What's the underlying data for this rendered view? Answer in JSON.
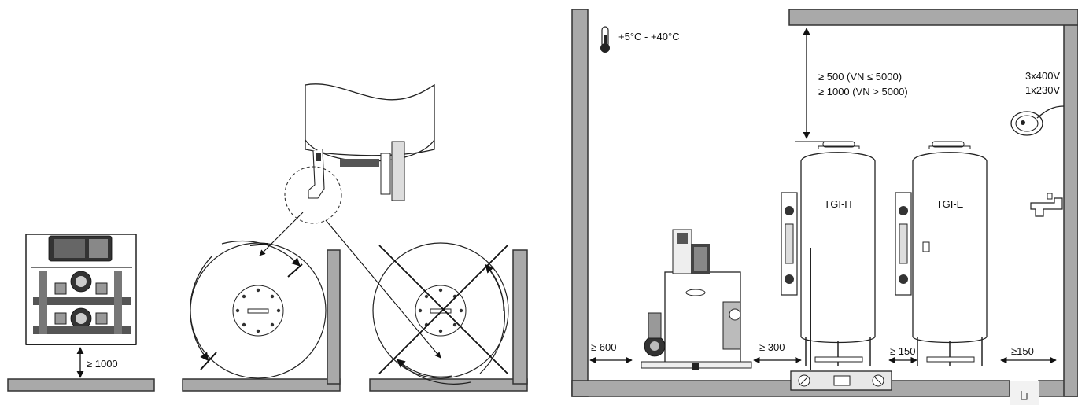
{
  "temperature_range": "+5°C - +40°C",
  "ceiling_clearance": {
    "line1": "≥ 500 (VN ≤ 5000)",
    "line2": "≥ 1000 (VN > 5000)"
  },
  "power_supply": {
    "line1": "3x400V",
    "line2": "1x230V"
  },
  "vessels": {
    "primary": "TGI-H",
    "secondary": "TGI-E"
  },
  "clearances": {
    "front_unit": "≥ 1000",
    "left_wall": "≥ 600",
    "unit_to_vessel": "≥ 300",
    "vessel_to_vessel": "≥ 150",
    "right_wall": "≥150"
  },
  "icons": [
    "thermometer-icon",
    "power-cable-icon",
    "water-tap-icon",
    "floor-drain-icon",
    "rotation-arrow-icon",
    "spirit-level-icon"
  ]
}
